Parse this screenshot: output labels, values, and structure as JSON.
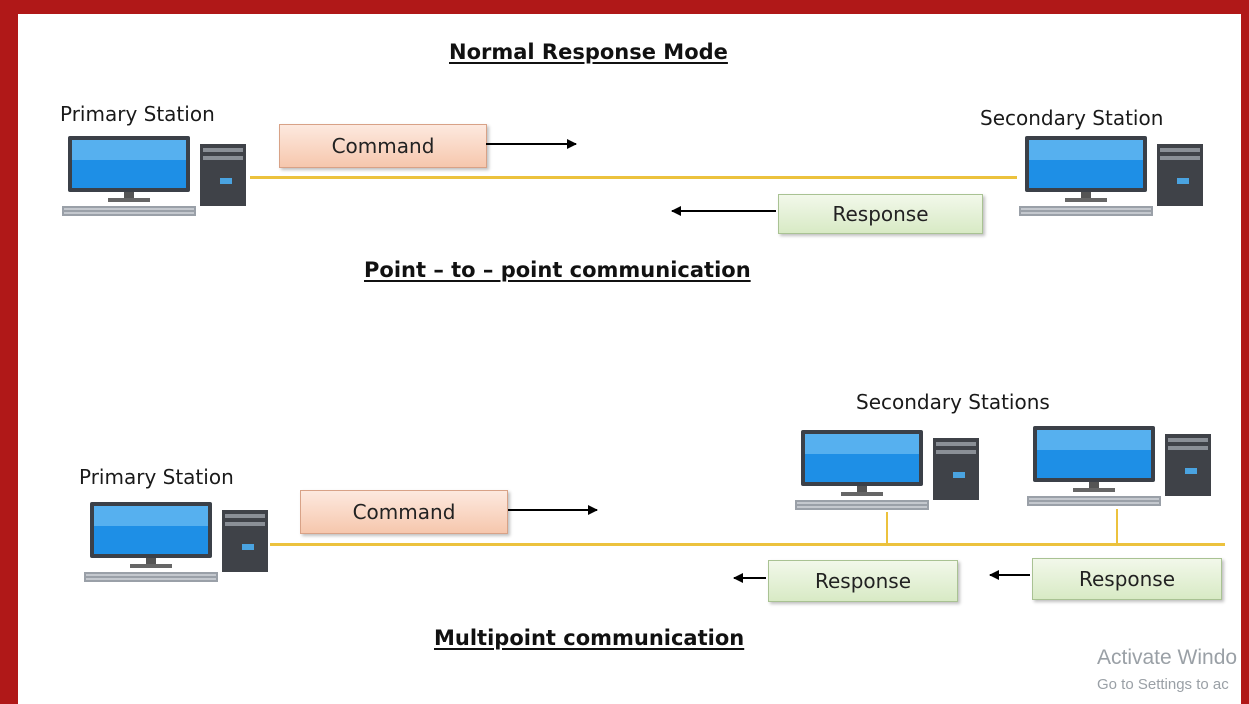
{
  "diagram": {
    "title": "Normal Response Mode",
    "point_to_point": {
      "caption": "Point – to – point communication",
      "primary_label": "Primary Station",
      "secondary_label": "Secondary Station",
      "command_label": "Command",
      "response_label": "Response"
    },
    "multipoint": {
      "caption": "Multipoint communication",
      "primary_label": "Primary Station",
      "secondaries_label": "Secondary Stations",
      "command_label": "Command",
      "response_labels": [
        "Response",
        "Response"
      ]
    },
    "icons": [
      "computer-icon"
    ],
    "colors": {
      "frame": "#b01818",
      "link_line": "#ecc23d",
      "command_box": "#f6c7ad",
      "response_box": "#d8eac5"
    }
  },
  "watermark": {
    "line1": "Activate Windo",
    "line2": "Go to Settings to ac"
  }
}
